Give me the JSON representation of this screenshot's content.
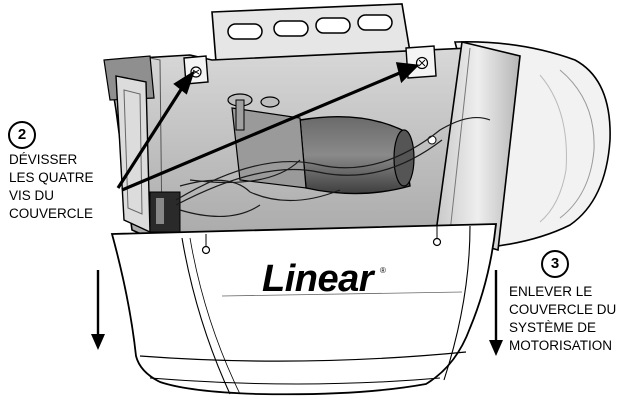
{
  "step2": {
    "number": "2",
    "lines": [
      "DÉVISSER",
      "LES QUATRE",
      "VIS DU",
      "COUVERCLE"
    ]
  },
  "step3": {
    "number": "3",
    "lines": [
      "ENLEVER LE",
      "COUVERCLE DU",
      "SYSTÈME DE",
      "MOTORISATION"
    ]
  },
  "brand": {
    "name": "Linear",
    "mark": "®"
  }
}
